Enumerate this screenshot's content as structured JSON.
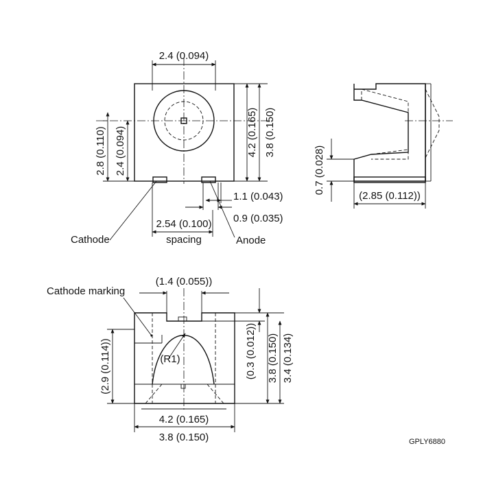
{
  "top_view": {
    "dim_window_width": "2.4 (0.094)",
    "dim_height_outer": "4.2 (0.165)",
    "dim_height_inner": "3.8 (0.150)",
    "dim_left_outer": "2.8 (0.110)",
    "dim_left_inner": "2.4 (0.094)",
    "dim_pad_outer": "1.1 (0.043)",
    "dim_pad_inner": "0.9 (0.035)",
    "dim_pitch": "2.54 (0.100)",
    "pitch_note": "spacing",
    "label_cathode": "Cathode",
    "label_anode": "Anode"
  },
  "side_view": {
    "dim_height": "0.7 (0.028)",
    "dim_width": "(2.85 (0.112))"
  },
  "front_view": {
    "label_marking": "Cathode marking",
    "dim_notch": "(1.4 (0.055))",
    "dim_radius": "(R1)",
    "dim_left_height": "(2.9 (0.114))",
    "dim_notch_depth": "(0.3 (0.012))",
    "dim_height_a": "3.8 (0.150)",
    "dim_height_b": "3.4 (0.134)",
    "dim_width_outer": "4.2 (0.165)",
    "dim_width_inner": "3.8 (0.150)"
  },
  "drawing_code": "GPLY6880"
}
